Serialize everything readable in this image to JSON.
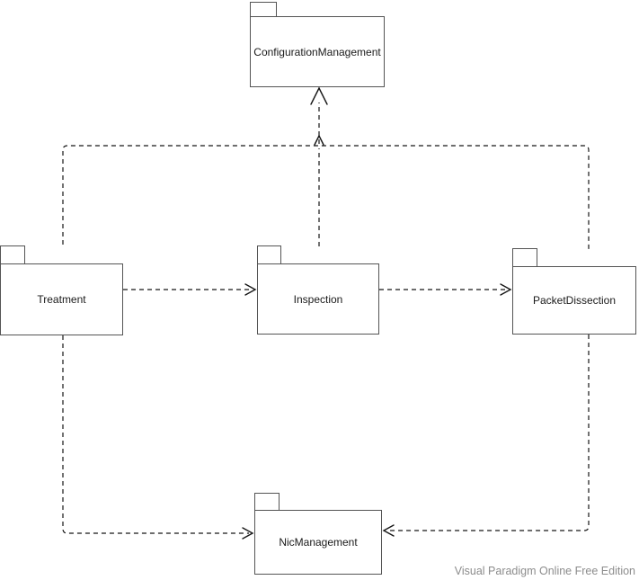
{
  "diagram_title": "UML package diagram",
  "packages": [
    {
      "id": "configuration-management",
      "label": "ConfigurationManagement"
    },
    {
      "id": "treatment",
      "label": "Treatment"
    },
    {
      "id": "inspection",
      "label": "Inspection"
    },
    {
      "id": "packet-dissection",
      "label": "PacketDissection"
    },
    {
      "id": "nic-management",
      "label": "NicManagement"
    }
  ],
  "dependencies": [
    {
      "from": "Treatment",
      "to": "Inspection",
      "style": "dashed-arrow"
    },
    {
      "from": "Inspection",
      "to": "PacketDissection",
      "style": "dashed-arrow"
    },
    {
      "from": "Inspection",
      "to": "ConfigurationManagement",
      "style": "dashed-arrow"
    },
    {
      "from": "Treatment",
      "to": "ConfigurationManagement",
      "style": "dashed-arrow"
    },
    {
      "from": "PacketDissection",
      "to": "ConfigurationManagement",
      "style": "dashed-arrow"
    },
    {
      "from": "Treatment",
      "to": "NicManagement",
      "style": "dashed-arrow"
    },
    {
      "from": "PacketDissection",
      "to": "NicManagement",
      "style": "dashed-arrow"
    }
  ],
  "watermark": "Visual Paradigm Online Free Edition",
  "colors": {
    "bg": "#ffffff",
    "node_border": "#545454",
    "node_fill": "#ffffff",
    "edge_color": "#161616",
    "label_color": "#1a1a1a",
    "watermark_color": "#8c8c8c"
  }
}
